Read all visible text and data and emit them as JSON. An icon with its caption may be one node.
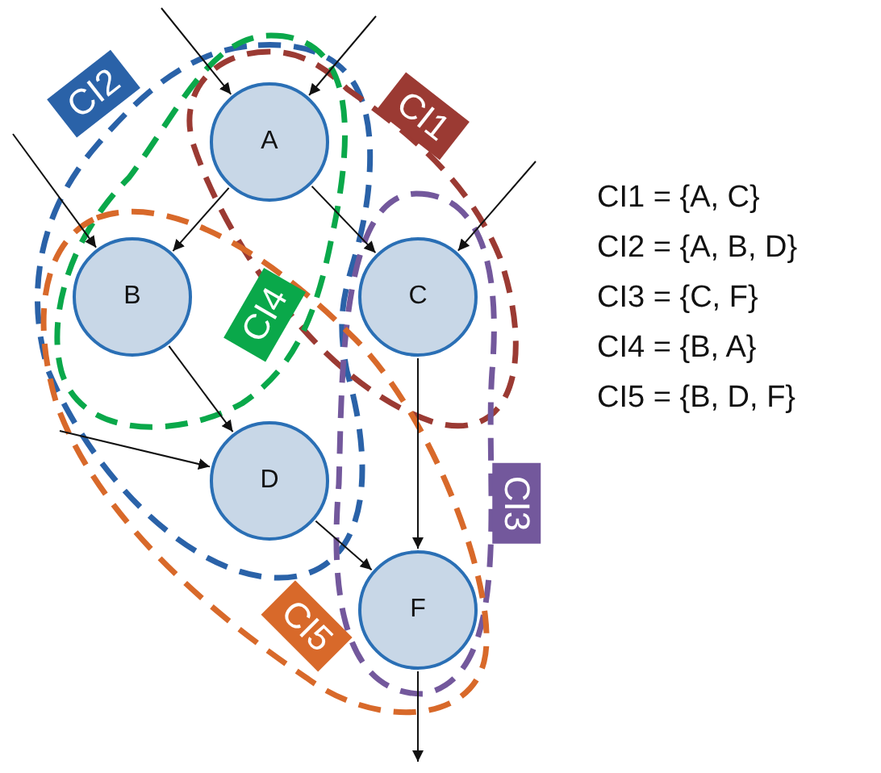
{
  "diagram": {
    "nodes": [
      {
        "text": [
          "A"
        ]
      },
      {
        "text": [
          "B"
        ]
      },
      {
        "text": [
          "C"
        ]
      },
      {
        "text": [
          "D"
        ]
      },
      {
        "text": [
          "F"
        ]
      }
    ],
    "edges": [
      {
        "from": null,
        "to": 0,
        "arrow": "to"
      },
      {
        "from": null,
        "to": 0,
        "arrow": "to"
      },
      {
        "from": null,
        "to": 1,
        "arrow": "to"
      },
      {
        "from": null,
        "to": 2,
        "arrow": "to"
      },
      {
        "from": 0,
        "to": 1,
        "arrow": "to"
      },
      {
        "from": 0,
        "to": 2,
        "arrow": "to"
      },
      {
        "from": 1,
        "to": 3,
        "arrow": "to"
      },
      {
        "from": null,
        "to": 3,
        "arrow": "to"
      },
      {
        "from": 2,
        "to": 4,
        "arrow": "to"
      },
      {
        "from": 3,
        "to": 4,
        "arrow": "to"
      },
      {
        "from": 4,
        "to": null,
        "arrow": "to"
      }
    ],
    "labels": [
      "CI2",
      "CI1",
      "CI4",
      "CI3",
      "CI5",
      "CI1 = {A, C}",
      "CI2 = {A, B, D}",
      "CI3 = {C, F}",
      "CI4 = {B, A}",
      "CI5 = {B, D, F}"
    ]
  }
}
